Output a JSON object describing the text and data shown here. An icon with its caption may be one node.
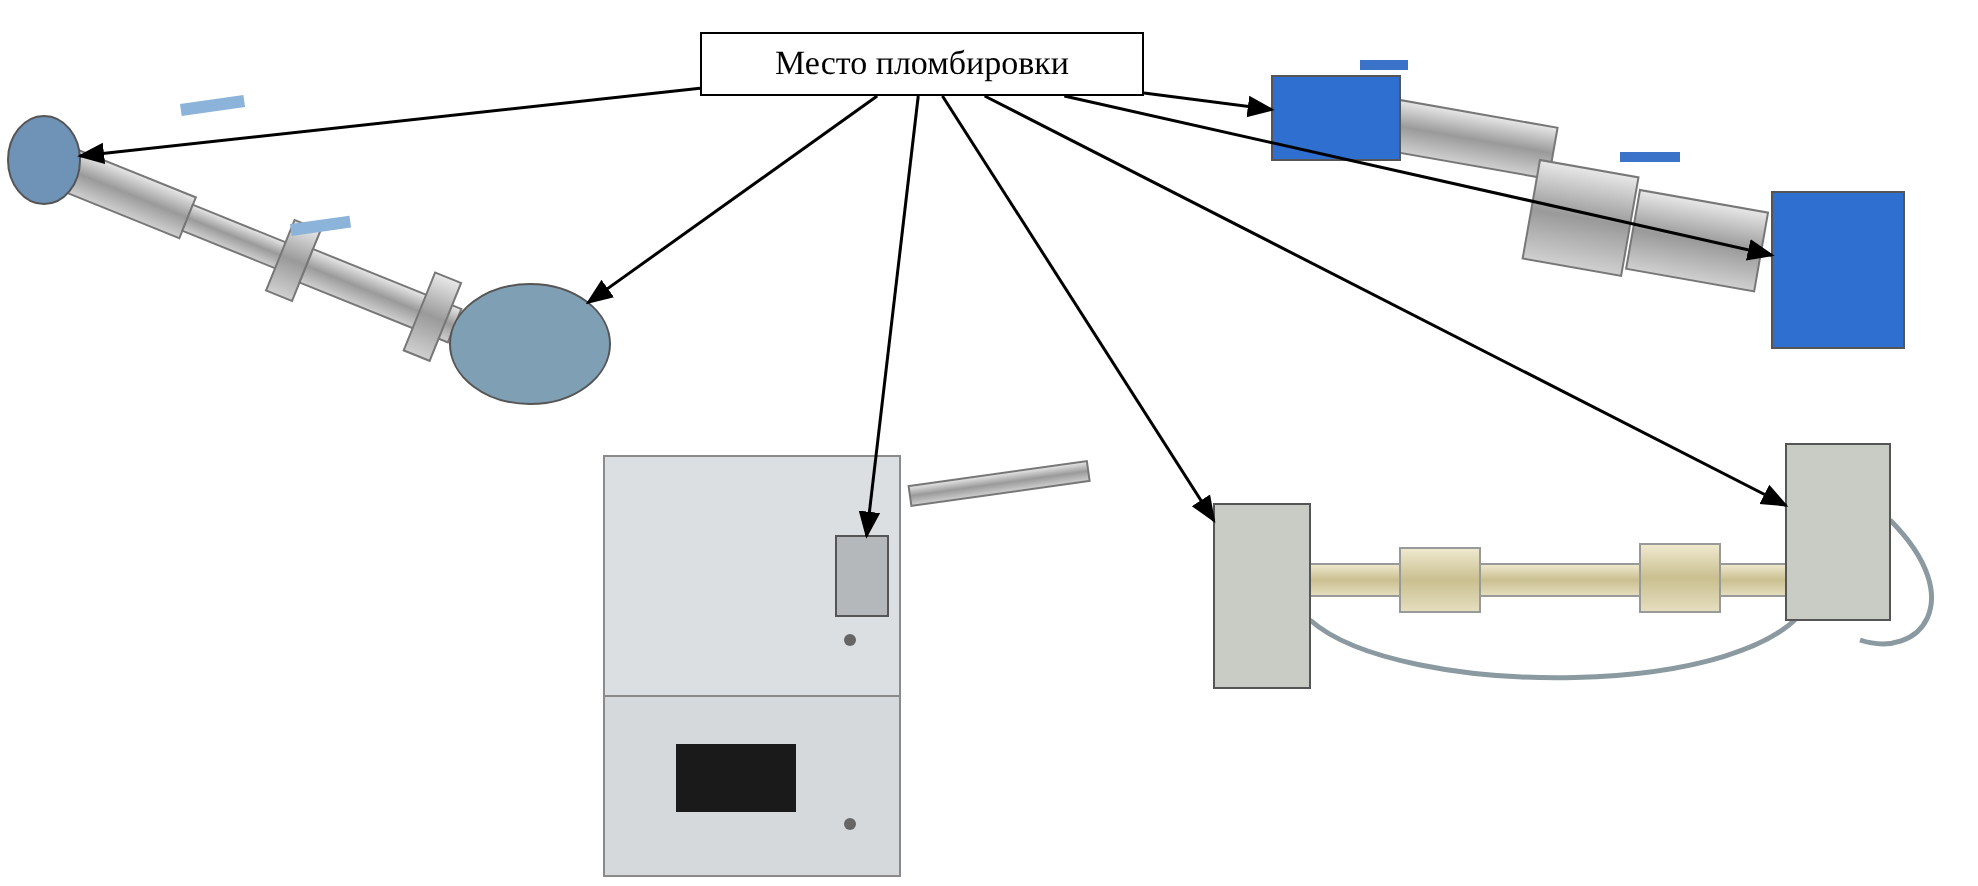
{
  "diagram": {
    "nodes": [
      {
        "text": [
          "Место пломбировки"
        ]
      },
      {
        "text": [],
        "shape": "circle"
      },
      {
        "text": [],
        "shape": "circle"
      },
      {
        "text": [],
        "shape": "box"
      },
      {
        "text": [],
        "shape": "box"
      },
      {
        "text": [],
        "shape": "box"
      },
      {
        "text": [],
        "shape": "box"
      },
      {
        "text": [],
        "shape": "box"
      }
    ],
    "edges": [
      {
        "from": 0,
        "to": 1,
        "arrow": "to"
      },
      {
        "from": 0,
        "to": 2,
        "arrow": "to"
      },
      {
        "from": 0,
        "to": 3,
        "arrow": "to"
      },
      {
        "from": 0,
        "to": 4,
        "arrow": "to"
      },
      {
        "from": 0,
        "to": 6,
        "arrow": "to"
      },
      {
        "from": 0,
        "to": 5,
        "arrow": "to"
      },
      {
        "from": 0,
        "to": 7,
        "arrow": "to"
      }
    ]
  }
}
